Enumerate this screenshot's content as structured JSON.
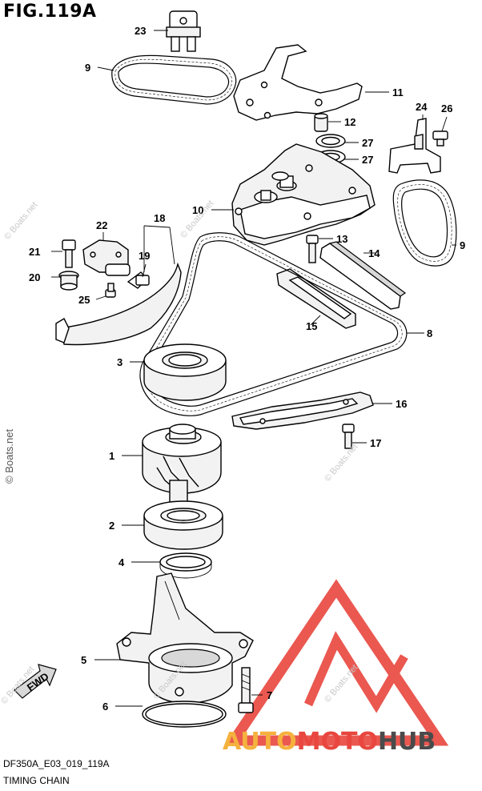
{
  "figure": {
    "title": "FIG.119A",
    "code": "DF350A_E03_019_119A",
    "name": "TIMING CHAIN"
  },
  "callouts": [
    {
      "id": "c1",
      "label": "1"
    },
    {
      "id": "c2",
      "label": "2"
    },
    {
      "id": "c3",
      "label": "3"
    },
    {
      "id": "c4",
      "label": "4"
    },
    {
      "id": "c5",
      "label": "5"
    },
    {
      "id": "c6",
      "label": "6"
    },
    {
      "id": "c7",
      "label": "7"
    },
    {
      "id": "c8",
      "label": "8"
    },
    {
      "id": "c9a",
      "label": "9"
    },
    {
      "id": "c9b",
      "label": "9"
    },
    {
      "id": "c10",
      "label": "10"
    },
    {
      "id": "c11",
      "label": "11"
    },
    {
      "id": "c12",
      "label": "12"
    },
    {
      "id": "c13",
      "label": "13"
    },
    {
      "id": "c14",
      "label": "14"
    },
    {
      "id": "c15",
      "label": "15"
    },
    {
      "id": "c16",
      "label": "16"
    },
    {
      "id": "c17",
      "label": "17"
    },
    {
      "id": "c18",
      "label": "18"
    },
    {
      "id": "c19",
      "label": "19"
    },
    {
      "id": "c20",
      "label": "20"
    },
    {
      "id": "c21",
      "label": "21"
    },
    {
      "id": "c22",
      "label": "22"
    },
    {
      "id": "c23",
      "label": "23"
    },
    {
      "id": "c24",
      "label": "24"
    },
    {
      "id": "c25",
      "label": "25"
    },
    {
      "id": "c26",
      "label": "26"
    },
    {
      "id": "c27a",
      "label": "27"
    },
    {
      "id": "c27b",
      "label": "27"
    }
  ],
  "arrow_label": "FWD",
  "watermark": "© Boats.net",
  "logo": {
    "part1": "AUTO",
    "part2": "MOTO",
    "part3": "HUB",
    "color1": "#f5b13d",
    "color2": "#e8463e",
    "color3": "#4a4a4a",
    "triangle_color": "#e8463e"
  }
}
